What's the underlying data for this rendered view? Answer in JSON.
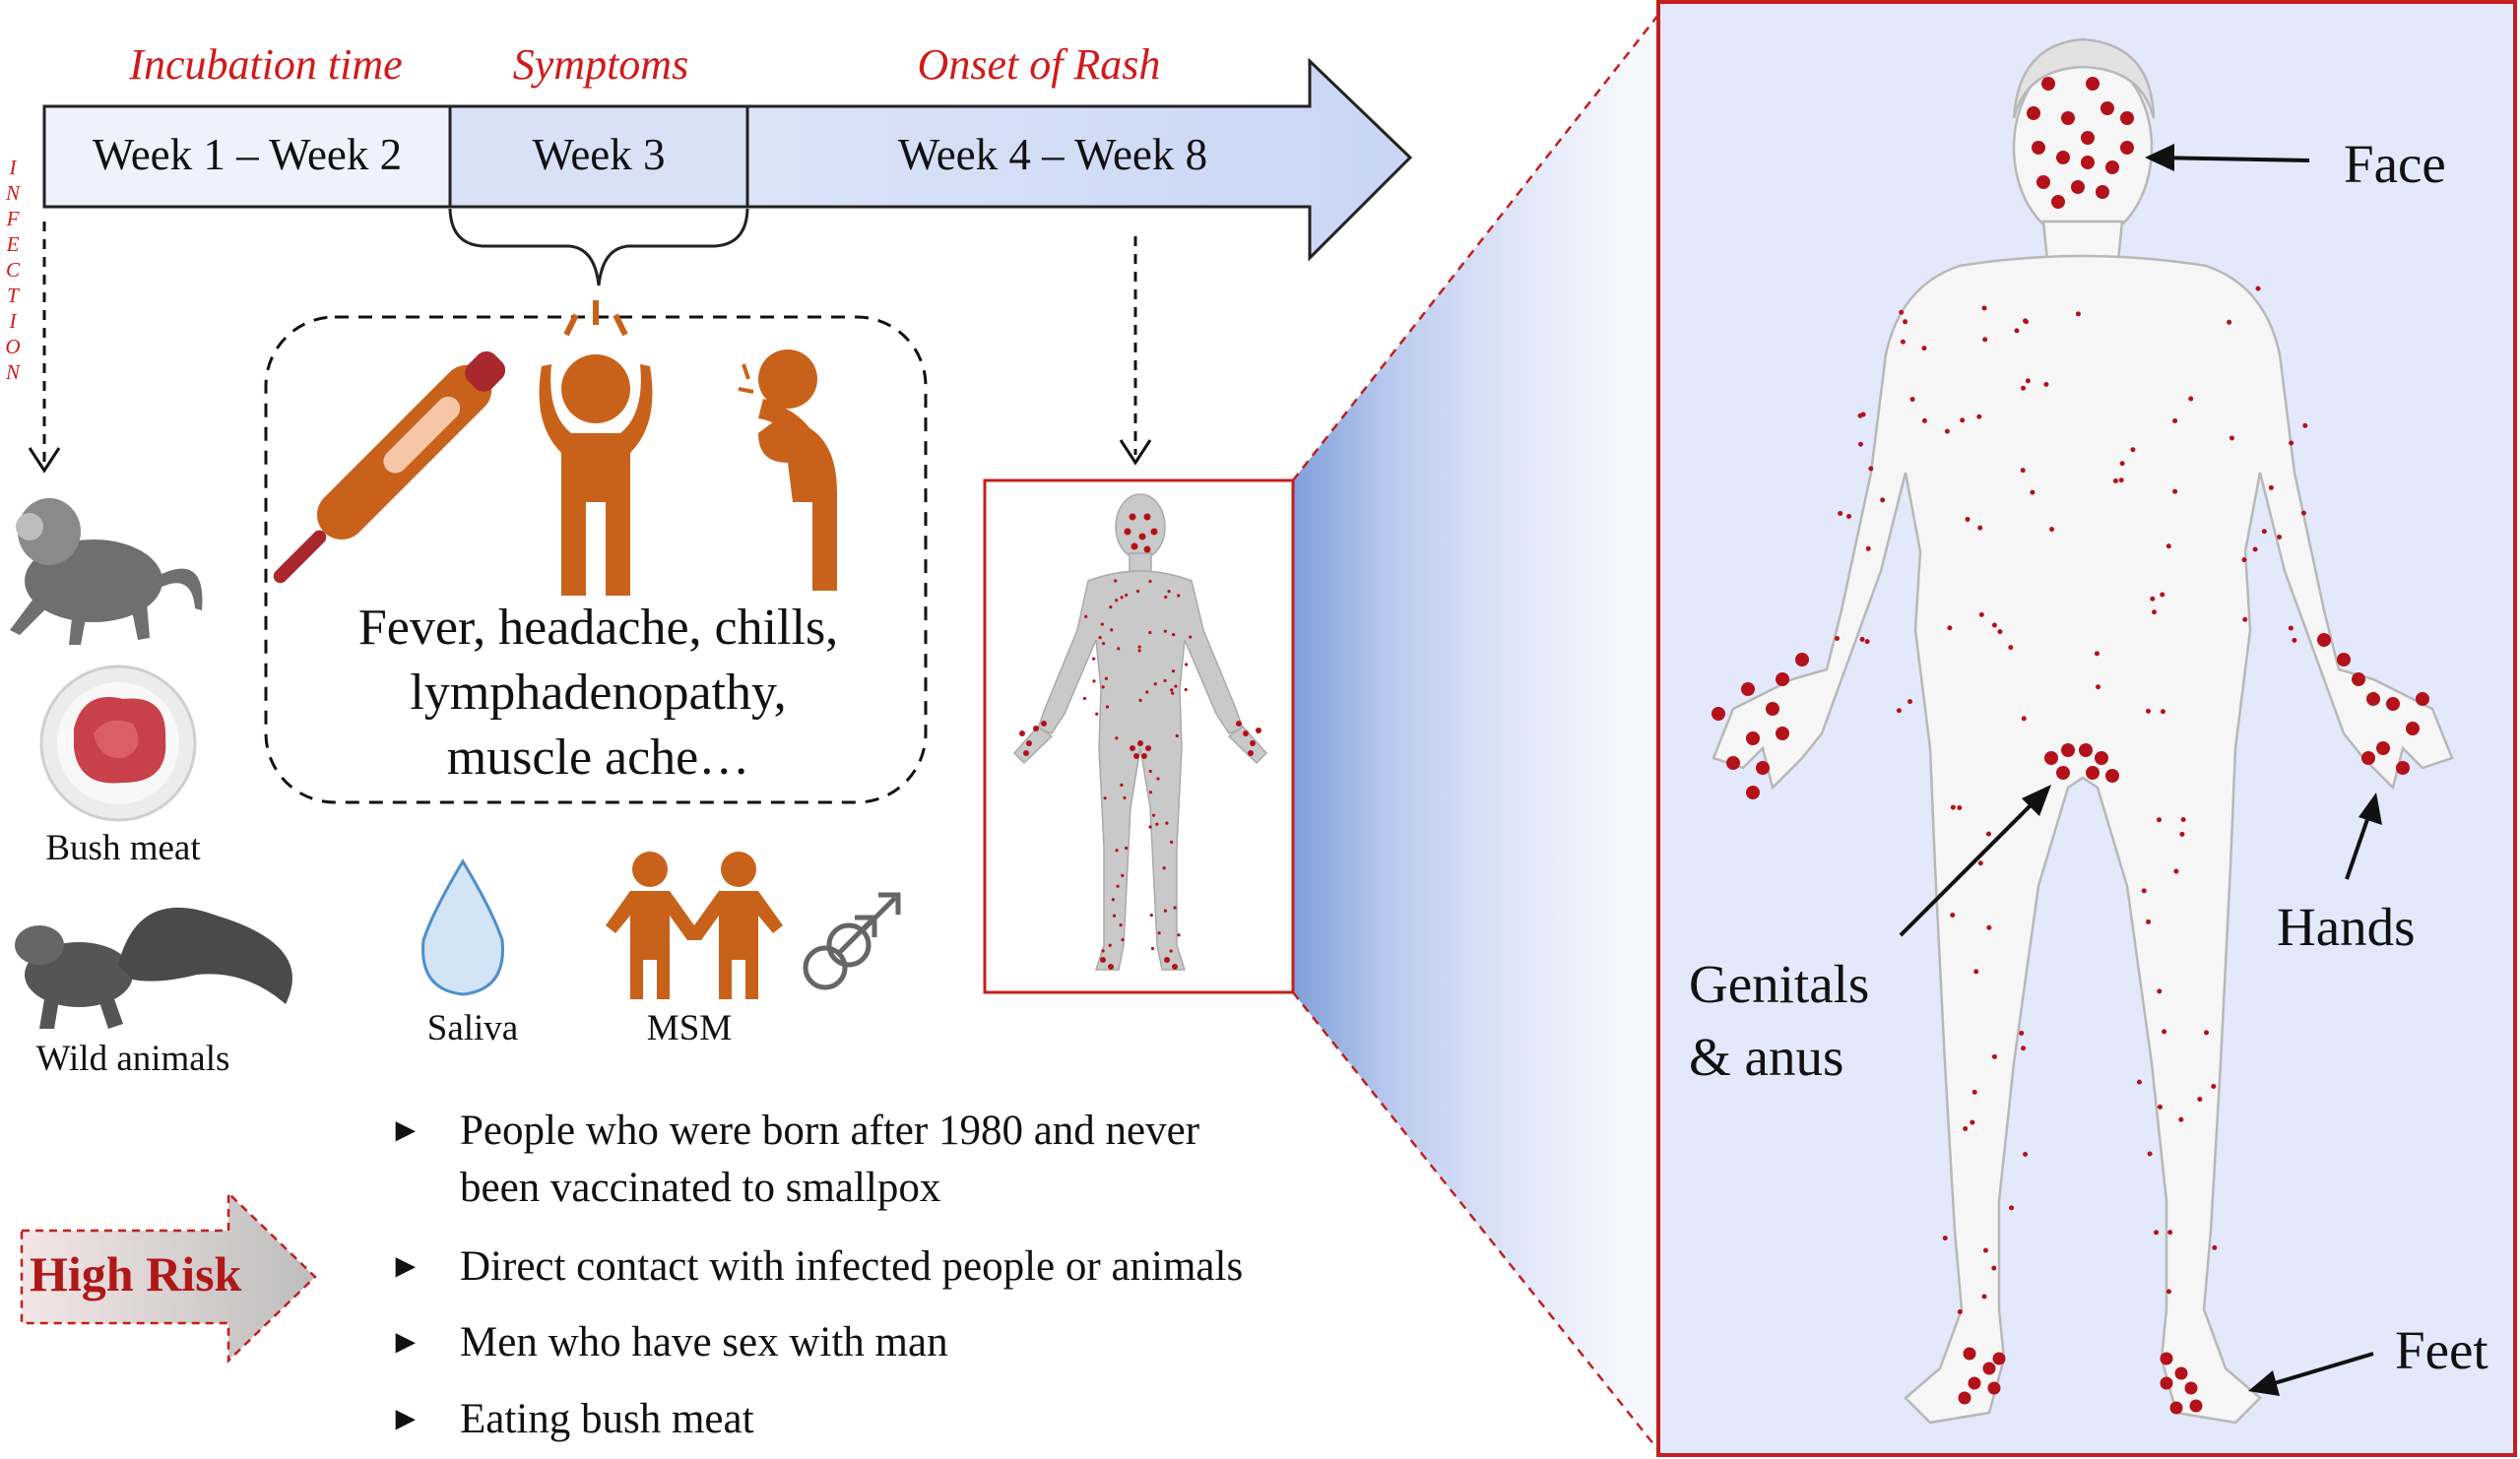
{
  "timeline": {
    "phases": [
      "Incubation time",
      "Symptoms",
      "Onset of Rash"
    ],
    "weeks": [
      "Week 1 – Week 2",
      "Week 3",
      "Week 4 – Week 8"
    ]
  },
  "infection_label": [
    "I",
    "N",
    "F",
    "E",
    "C",
    "T",
    "I",
    "O",
    "N"
  ],
  "sources": {
    "bush_meat": "Bush meat",
    "wild_animals": "Wild animals"
  },
  "symptoms": {
    "line1": "Fever, headache, chills,",
    "line2": "lymphadenopathy,",
    "line3": "muscle ache…"
  },
  "transmission": {
    "saliva": "Saliva",
    "msm": "MSM"
  },
  "high_risk": {
    "label": "High Risk",
    "items": [
      "People who were born after 1980 and never",
      "been vaccinated to smallpox",
      "Direct contact with infected people or animals",
      "Men who have sex with man",
      "Eating bush meat"
    ]
  },
  "body_regions": {
    "face": "Face",
    "hands": "Hands",
    "genitals_1": "Genitals",
    "genitals_2": "& anus",
    "feet": "Feet"
  },
  "colors": {
    "accent_red": "#d11a1a",
    "lesion_red": "#b3121a",
    "icon_orange": "#c8621b",
    "timeline_blue": "#dce5f8",
    "panel_blue": "#e4e8fb"
  }
}
